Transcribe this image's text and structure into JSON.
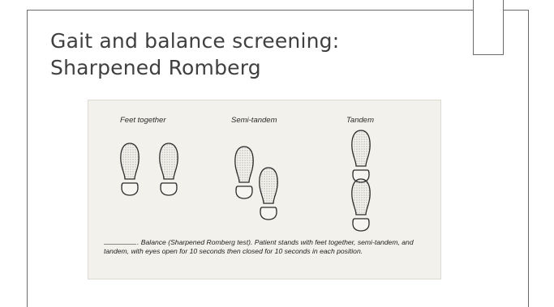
{
  "slide": {
    "title_line1": "Gait and balance screening:",
    "title_line2": "Sharpened Romberg"
  },
  "figure": {
    "labels": {
      "feet_together": "Feet together",
      "semi_tandem": "Semi-tandem",
      "tandem": "Tandem"
    },
    "caption": ". Balance (Sharpened Romberg test). Patient stands with feet together, semi-tandem, and tandem, with eyes open for 10 seconds then closed for 10 seconds in each position."
  },
  "colors": {
    "title_text": "#404040",
    "frame_line": "#6b6b6b",
    "figure_background": "#f3f1ec",
    "footprint_outline": "#2b2b2b"
  }
}
